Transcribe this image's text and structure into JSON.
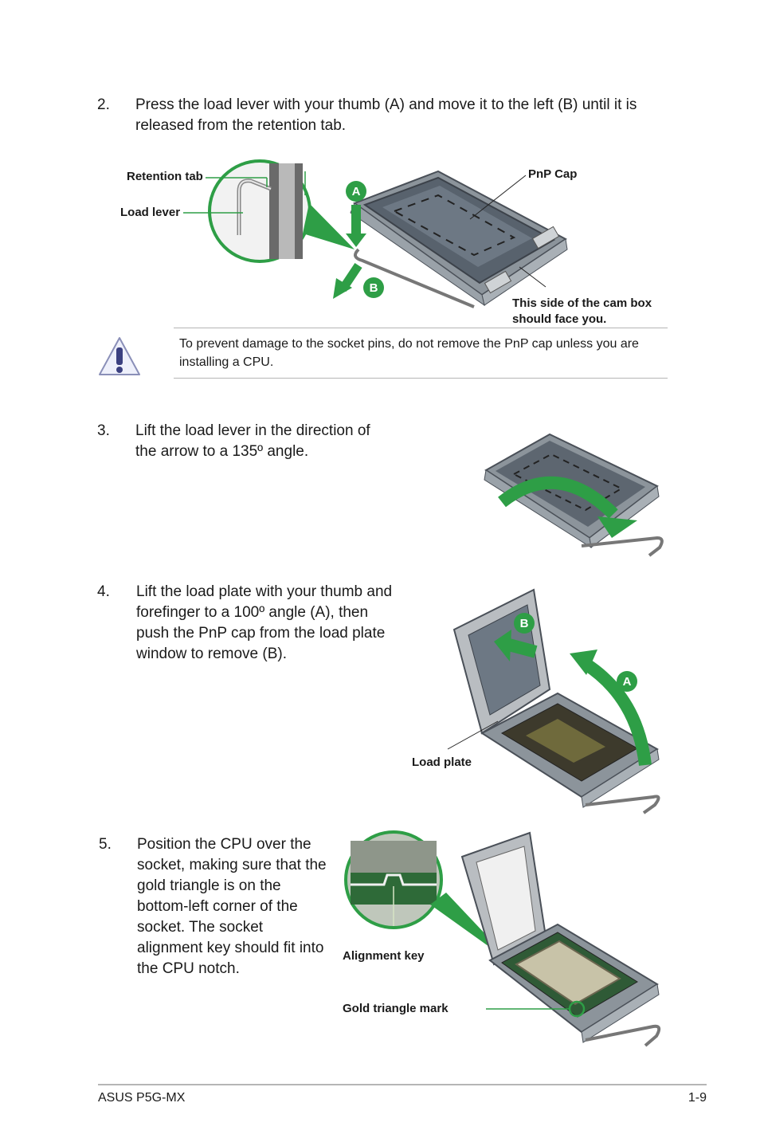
{
  "steps": [
    {
      "num": "2.",
      "text": "Press the load lever with your thumb (A) and move it to the left (B) until it is released from the retention tab."
    },
    {
      "num": "3.",
      "text": "Lift the load lever in the direction of the arrow to a 135º angle."
    },
    {
      "num": "4.",
      "text": "Lift the load plate with your thumb and forefinger to a 100º angle (A), then push the PnP cap from the load plate window to remove (B)."
    },
    {
      "num": "5.",
      "text": "Position the CPU over the socket, making sure that the gold triangle is on the bottom-left corner of the socket. The socket alignment key should fit into the CPU notch."
    }
  ],
  "figure1": {
    "retention_tab": "Retention tab",
    "load_lever": "Load lever",
    "pnp_cap": "PnP Cap",
    "cam_box": "This side of the cam box should face you.",
    "badge_a": "A",
    "badge_b": "B"
  },
  "note": {
    "icon": "warning-triangle-icon",
    "text": "To prevent damage to the socket pins, do not remove the PnP cap unless you are installing a CPU."
  },
  "figure3": {
    "load_plate": "Load plate",
    "badge_a": "A",
    "badge_b": "B"
  },
  "figure4": {
    "alignment_key": "Alignment key",
    "gold_triangle": "Gold triangle mark"
  },
  "footer": {
    "left": "ASUS P5G-MX",
    "right": "1-9"
  },
  "colors": {
    "accent_green": "#2e9e46",
    "socket_gray": "#5d6670",
    "rule_gray": "#b5b5b5"
  }
}
